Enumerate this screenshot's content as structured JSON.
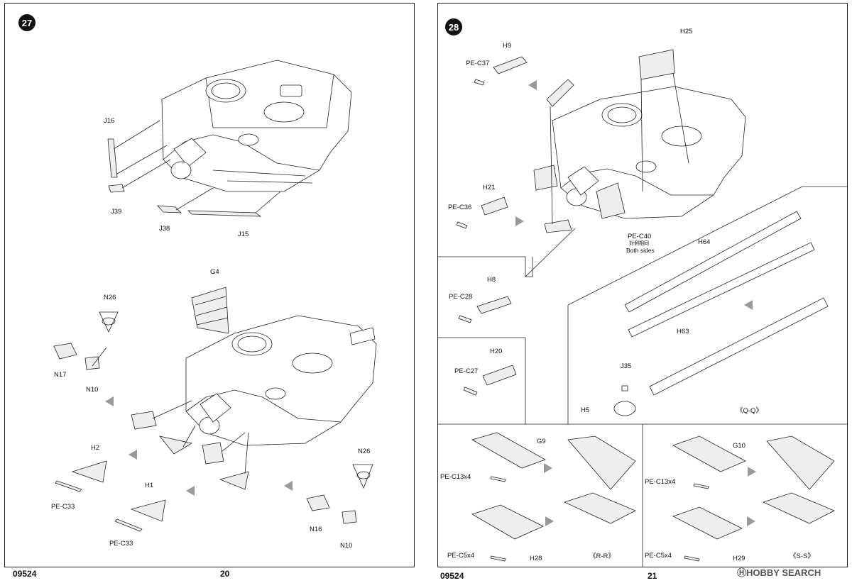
{
  "steps": {
    "left": "27",
    "right": "28"
  },
  "footer": {
    "left_code": "09524",
    "left_page": "20",
    "right_code": "09524",
    "right_page": "21"
  },
  "watermark": "ⒽHOBBY SEARCH",
  "step27": {
    "labels": {
      "j16": "J16",
      "j39": "J39",
      "j38": "J38",
      "j15": "J15",
      "g4": "G4",
      "n26_a": "N26",
      "n17": "N17",
      "n10_a": "N10",
      "h2": "H2",
      "pe_c33_a": "PE-C33",
      "h1": "H1",
      "pe_c33_b": "PE-C33",
      "n26_b": "N26",
      "n16": "N16",
      "n10_b": "N10"
    }
  },
  "step28": {
    "labels": {
      "h25": "H25",
      "h9": "H9",
      "pe_c37": "PE-C37",
      "h21": "H21",
      "pe_c36": "PE-C36",
      "pe_c40": "PE-C40",
      "pe_c40_cn": "対側相同",
      "pe_c40_en": "Both sides",
      "h64": "H64",
      "h63": "H63",
      "j35": "J35",
      "h5": "H5",
      "qq": "《Q-Q》",
      "h8": "H8",
      "pe_c28": "PE-C28",
      "h20": "H20",
      "pe_c27": "PE-C27",
      "g9": "G9",
      "pe_c13x4_a": "PE-C13x4",
      "pe_c5x4_a": "PE-C5x4",
      "h28": "H28",
      "rr": "《R-R》",
      "g10": "G10",
      "pe_c13x4_b": "PE-C13x4",
      "pe_c5x4_b": "PE-C5x4",
      "h29": "H29",
      "ss": "《S-S》"
    }
  }
}
